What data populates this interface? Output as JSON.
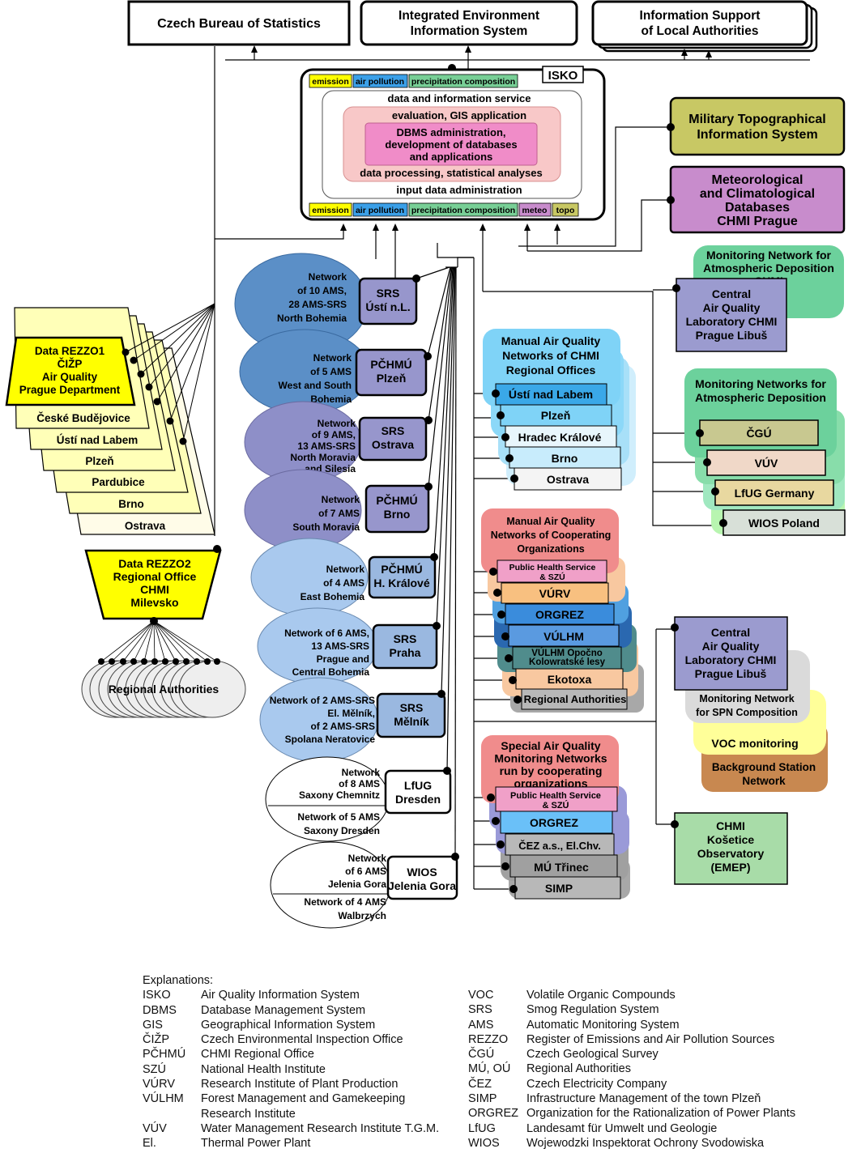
{
  "top": {
    "czso": [
      "Czech Bureau of Statistics"
    ],
    "isis": [
      "Integrated Environment",
      "Information System"
    ],
    "local": [
      "Information Support",
      "of Local Authorities"
    ]
  },
  "isko": {
    "label": "ISKO",
    "top_tags": [
      "emission",
      "air pollution",
      "precipitation composition"
    ],
    "bottom_tags": [
      "emission",
      "air pollution",
      "precipitation composition",
      "meteo",
      "topo"
    ],
    "service": "data and information service",
    "evaluation": "evaluation, GIS application",
    "dbms": [
      "DBMS administration,",
      "development of databases",
      "and applications"
    ],
    "processing": "data processing, statistical analyses",
    "input": "input data administration"
  },
  "right_sources": {
    "military": [
      "Military Topographical",
      "Information System"
    ],
    "meteo": [
      "Meteorological",
      "and Climatological",
      "Databases",
      "CHMI Prague"
    ],
    "deposition_net": [
      "Monitoring Network for",
      "Atmospheric Deposition",
      "CHMI"
    ],
    "central_lab_1": [
      "Central",
      "Air Quality",
      "Laboratory CHMI",
      "Prague Libuš"
    ],
    "deposition_nets": [
      "Monitoring Networks for",
      "Atmospheric Deposition"
    ],
    "deposition_items": [
      "ČGÚ",
      "VÚV",
      "LfUG Germany",
      "WIOS Poland"
    ],
    "central_lab_2": [
      "Central",
      "Air Quality",
      "Laboratory CHMI",
      "Prague Libuš"
    ],
    "spn": [
      "Monitoring Network",
      "for SPN Composition"
    ],
    "voc": [
      "VOC monitoring"
    ],
    "background": [
      "Background Station",
      "Network"
    ],
    "kosetice": [
      "CHMI",
      "Košetice",
      "Observatory",
      "(EMEP)"
    ]
  },
  "rezzo1": {
    "title": [
      "Data REZZO1",
      "ČIŽP",
      "Air Quality",
      "Prague Department"
    ],
    "layers": [
      "České Budějovice",
      "Ústí nad Labem",
      "Plzeň",
      "Pardubice",
      "Brno",
      "Ostrava"
    ]
  },
  "rezzo2": {
    "title": [
      "Data REZZO2",
      "Regional Office",
      "CHMI",
      "Milevsko"
    ],
    "authorities": "Regional Authorities"
  },
  "networks": [
    {
      "text": [
        "Network",
        "of 10 AMS,",
        "28 AMS-SRS",
        "North Bohemia"
      ],
      "box": [
        "SRS",
        "Ústí n.L."
      ]
    },
    {
      "text": [
        "Network",
        "of 5 AMS",
        "West  and South",
        "Bohemia"
      ],
      "box": [
        "PČHMÚ",
        "Plzeň"
      ]
    },
    {
      "text": [
        "Network",
        "of 9 AMS,",
        "13 AMS-SRS",
        "North Moravia",
        "and Silesia"
      ],
      "box": [
        "SRS",
        "Ostrava"
      ]
    },
    {
      "text": [
        "Network",
        "of 7 AMS",
        "South Moravia"
      ],
      "box": [
        "PČHMÚ",
        "Brno"
      ]
    },
    {
      "text": [
        "Network",
        "of 4 AMS",
        "East Bohemia"
      ],
      "box": [
        "PČHMÚ",
        "H. Králové"
      ]
    },
    {
      "text": [
        "Network of 6 AMS,",
        "13 AMS-SRS",
        "Prague and",
        "Central  Bohemia"
      ],
      "box": [
        "SRS",
        "Praha"
      ]
    },
    {
      "text": [
        "Network of 2 AMS-SRS",
        "El. Mělník,",
        "of 2 AMS-SRS",
        "Spolana  Neratovice"
      ],
      "box": [
        "SRS",
        "Mělník"
      ]
    },
    {
      "text": [
        "Network",
        "of 8 AMS",
        "Saxony Chemnitz"
      ],
      "text2": [
        "Network of 5 AMS",
        "Saxony Dresden"
      ],
      "box": [
        "LfUG",
        "Dresden"
      ]
    },
    {
      "text": [
        "Network",
        "of 6 AMS",
        "Jelenia Gora"
      ],
      "text2": [
        "Network of 4 AMS",
        "Walbrzych"
      ],
      "box": [
        "WIOS",
        "Jelenia Gora"
      ]
    }
  ],
  "manual_chmi": {
    "title": [
      "Manual Air Quality",
      "Networks of CHMI",
      "Regional Offices"
    ],
    "items": [
      "Ústí nad Labem",
      "Plzeň",
      "Hradec Králové",
      "Brno",
      "Ostrava"
    ]
  },
  "manual_coop": {
    "title": [
      "Manual Air Quality",
      "Networks of Cooperating",
      "Organizations"
    ],
    "items": [
      [
        "Public Health Service",
        "& SZÚ"
      ],
      [
        "VÚRV"
      ],
      [
        "ORGREZ"
      ],
      [
        "VÚLHM"
      ],
      [
        "VÚLHM Opočno",
        "Kolowratské lesy"
      ],
      [
        "Ekotoxa"
      ],
      [
        "Regional Authorities"
      ]
    ]
  },
  "special": {
    "title": [
      "Special Air Quality",
      "Monitoring Networks",
      "run by cooperating",
      "organizations"
    ],
    "items": [
      [
        "Public Health Service",
        "& SZÚ"
      ],
      [
        "ORGREZ"
      ],
      [
        "ČEZ a.s., El.Chv."
      ],
      [
        "MÚ Třinec"
      ],
      [
        "SIMP"
      ]
    ]
  },
  "legend": {
    "title": "Explanations:",
    "left": [
      [
        "ISKO",
        "Air Quality Information System"
      ],
      [
        "DBMS",
        "Database Management System"
      ],
      [
        "GIS",
        "Geographical Information System"
      ],
      [
        "ČIŽP",
        "Czech Environmental Inspection Office"
      ],
      [
        "PČHMÚ",
        "CHMI Regional Office"
      ],
      [
        "SZÚ",
        "National Health Institute"
      ],
      [
        "VÚRV",
        "Research Institute of Plant Production"
      ],
      [
        "VÚLHM",
        "Forest Management and Gamekeeping"
      ],
      [
        "",
        "Research Institute"
      ],
      [
        "VÚV",
        "Water Management Research Institute T.G.M."
      ],
      [
        "El.",
        "Thermal Power Plant"
      ]
    ],
    "right": [
      [
        "VOC",
        "Volatile Organic Compounds"
      ],
      [
        "SRS",
        "Smog Regulation System"
      ],
      [
        "AMS",
        "Automatic Monitoring System"
      ],
      [
        "REZZO",
        "Register of Emissions and Air Pollution Sources"
      ],
      [
        "ČGÚ",
        "Czech Geological Survey"
      ],
      [
        "MÚ, OÚ",
        "Regional Authorities"
      ],
      [
        "ČEZ",
        "Czech Electricity Company"
      ],
      [
        "SIMP",
        "Infrastructure Management of the town Plzeň"
      ],
      [
        "ORGREZ",
        "Organization for the Rationalization of Power Plants"
      ],
      [
        "LfUG",
        "Landesamt für Umwelt und Geologie"
      ],
      [
        "WIOS",
        "Wojewodzki Inspektorat Ochrony Svodowiska"
      ]
    ]
  },
  "colors": {
    "network_dark": "#5b8fc7",
    "network_purple": "#8e8fc8",
    "network_light": "#a9c9ee",
    "box_blue": "#9ab8e0",
    "box_purple": "#9796cc",
    "military": "#c8c864",
    "meteo": "#c88ccc",
    "green": "#6cd19c",
    "yellow": "#ffff99",
    "yellow_box": "#ffff00",
    "cyan": "#7fd3f7",
    "salmon": "#f08c8c",
    "pink": "#f0b0c8"
  }
}
